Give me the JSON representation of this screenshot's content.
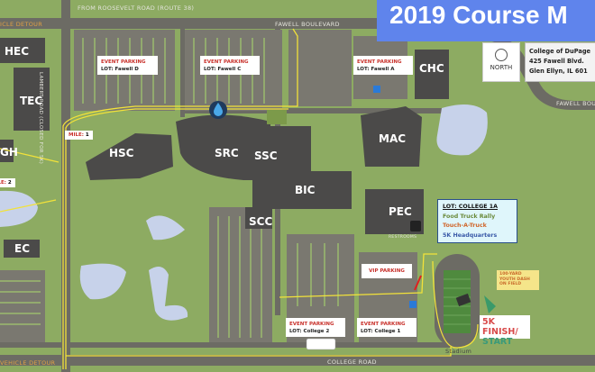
{
  "title": "2019 Course M",
  "colors": {
    "grass": "#8dab62",
    "road": "#6c6b64",
    "building": "#4b4a49",
    "lake": "#c7d2ea",
    "course": "#f2e23a",
    "title_bar": "#5f84ec"
  },
  "roads": {
    "roosevelt": "FROM ROOSEVELT ROAD (ROUTE 38)",
    "fawell_top": "FAWELL BOULEVARD",
    "fawell_right": "FAWELL BOULEVARD",
    "lambert": "LAMBERT ROAD (CLOSED FOR 5K)",
    "college": "COLLEGE ROAD",
    "detour_top": "ICLE DETOUR",
    "detour_bottom": "VEHICLE DETOUR"
  },
  "north": {
    "label": "NORTH",
    "icon": "compass-icon"
  },
  "address": {
    "line1": "College of DuPage",
    "line2": "425 Fawell Blvd.",
    "line3": "Glen Ellyn, IL 601"
  },
  "buildings": {
    "hec": "HEC",
    "tec": "TEC",
    "gh": "GH",
    "ec": "EC",
    "hsc": "HSC",
    "src": "SRC",
    "ssc": "SSC",
    "bic": "BIC",
    "scc": "SCC",
    "mac": "MAC",
    "chc": "CHC",
    "pec": "PEC",
    "stadium": "Stadium"
  },
  "parking": {
    "fawell_d": {
      "title": "EVENT PARKING",
      "lot": "LOT: Fawell D"
    },
    "fawell_c": {
      "title": "EVENT PARKING",
      "lot": "LOT: Fawell C"
    },
    "fawell_a": {
      "title": "EVENT PARKING",
      "lot": "LOT: Fawell A"
    },
    "college_2": {
      "title": "EVENT PARKING",
      "lot": "LOT: College 2"
    },
    "college_1": {
      "title": "EVENT PARKING",
      "lot": "LOT: College 1"
    },
    "vip": {
      "title": "VIP PARKING"
    }
  },
  "miles": [
    {
      "key": "MILE:",
      "num": "1"
    },
    {
      "key": "MILE:",
      "num": "2"
    }
  ],
  "restrooms": "RESTROOMS",
  "info_box": {
    "title": "LOT: COLLEGE 1A",
    "items": [
      {
        "text": "Food Truck Rally",
        "color": "#6a8a3a"
      },
      {
        "text": "Touch-A-Truck",
        "color": "#d0652a"
      },
      {
        "text": "5K Headquarters",
        "color": "#3a5aa8"
      }
    ]
  },
  "youth_dash": "100-YARD YOUTH DASH ON FIELD",
  "finish": {
    "line1": "5K FINISH/",
    "line2": "START"
  }
}
